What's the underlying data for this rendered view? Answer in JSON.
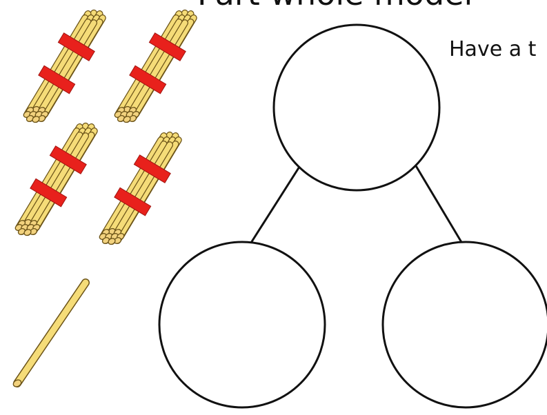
{
  "slide": {
    "title": "Part whole model",
    "instruction": "Have a t"
  },
  "manipulatives": {
    "bundle_count": 4,
    "single_count": 1,
    "straws_per_bundle": 10,
    "colors": {
      "straw": "#f5dc78",
      "straw_outline": "#6b5318",
      "straw_end": "#f2d27e",
      "band": "#e8211c"
    }
  },
  "model": {
    "whole_count": 1,
    "part_count": 2,
    "colors": {
      "line": "#111111",
      "fill": "#ffffff"
    }
  }
}
